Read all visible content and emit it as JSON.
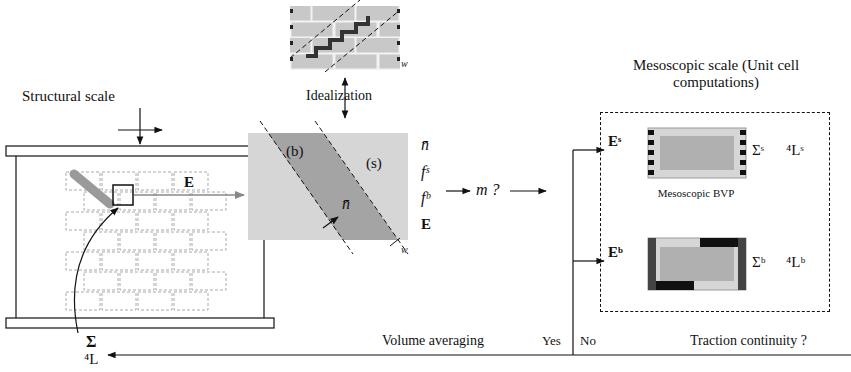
{
  "diagram": {
    "nodes": [
      {
        "text": [
          "(b)",
          "(s)",
          "n̄"
        ]
      },
      {
        "text": [
          "Mesoscopic scale (Unit cell computations)",
          "Mesoscopic BVP"
        ]
      }
    ],
    "labels": [
      "Structural scale",
      "Idealization",
      "w",
      "E",
      "w",
      "n̄",
      "fˢ",
      "fᵇ",
      "E",
      "m ?",
      "Eˢ",
      "Σˢ",
      "⁴Lˢ",
      "Eᵇ",
      "Σᵇ",
      "⁴Lᵇ",
      "Traction continuity ?",
      "No",
      "Yes",
      "Volume averaging",
      "Σ",
      "⁴L"
    ]
  }
}
